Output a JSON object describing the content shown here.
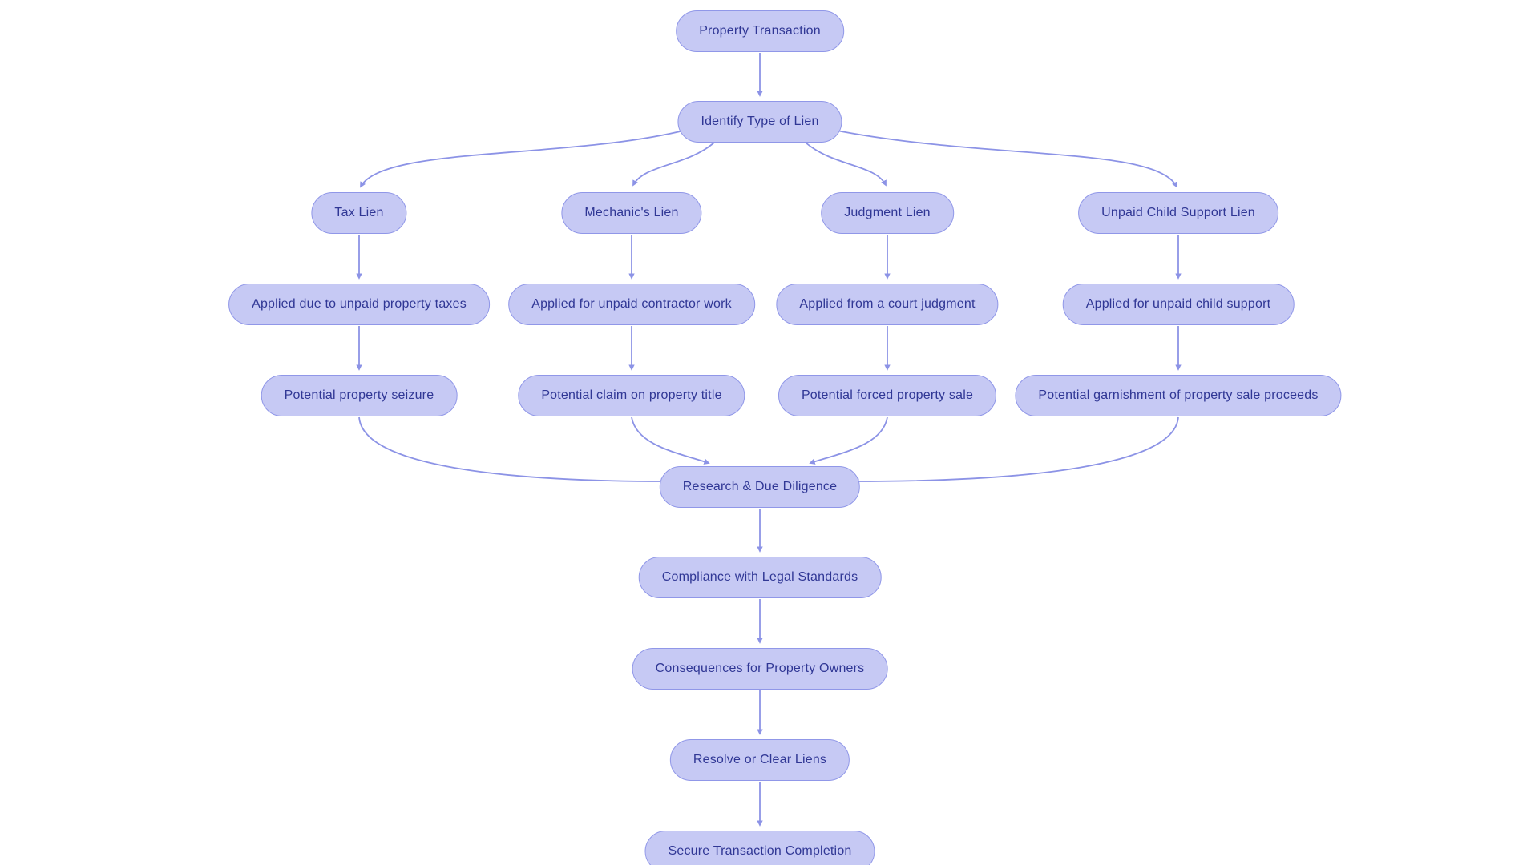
{
  "diagram": {
    "type": "flowchart",
    "direction": "top-down",
    "background": "#ffffff"
  },
  "colors": {
    "node_fill": "#c6c9f4",
    "node_border": "#9097e8",
    "node_text": "#303795",
    "edge": "#8c93e6"
  },
  "nodes": [
    {
      "id": "property-transaction",
      "label": "Property Transaction"
    },
    {
      "id": "identify-type-of-lien",
      "label": "Identify Type of Lien"
    },
    {
      "id": "tax-lien",
      "label": "Tax Lien"
    },
    {
      "id": "mechanics-lien",
      "label": "Mechanic's Lien"
    },
    {
      "id": "judgment-lien",
      "label": "Judgment Lien"
    },
    {
      "id": "unpaid-child-support-lien",
      "label": "Unpaid Child Support Lien"
    },
    {
      "id": "applied-unpaid-property-taxes",
      "label": "Applied due to unpaid property taxes"
    },
    {
      "id": "applied-unpaid-contractor-work",
      "label": "Applied for unpaid contractor work"
    },
    {
      "id": "applied-court-judgment",
      "label": "Applied from a court judgment"
    },
    {
      "id": "applied-unpaid-child-support",
      "label": "Applied for unpaid child support"
    },
    {
      "id": "potential-property-seizure",
      "label": "Potential property seizure"
    },
    {
      "id": "potential-claim-property-title",
      "label": "Potential claim on property title"
    },
    {
      "id": "potential-forced-property-sale",
      "label": "Potential forced property sale"
    },
    {
      "id": "potential-garnishment-proceeds",
      "label": "Potential garnishment of property sale proceeds"
    },
    {
      "id": "research-due-diligence",
      "label": "Research & Due Diligence"
    },
    {
      "id": "compliance-legal-standards",
      "label": "Compliance with Legal Standards"
    },
    {
      "id": "consequences-property-owners",
      "label": "Consequences for Property Owners"
    },
    {
      "id": "resolve-or-clear-liens",
      "label": "Resolve or Clear Liens"
    },
    {
      "id": "secure-transaction-completion",
      "label": "Secure Transaction Completion"
    }
  ],
  "edges": [
    {
      "from": "property-transaction",
      "to": "identify-type-of-lien"
    },
    {
      "from": "identify-type-of-lien",
      "to": "tax-lien"
    },
    {
      "from": "identify-type-of-lien",
      "to": "mechanics-lien"
    },
    {
      "from": "identify-type-of-lien",
      "to": "judgment-lien"
    },
    {
      "from": "identify-type-of-lien",
      "to": "unpaid-child-support-lien"
    },
    {
      "from": "tax-lien",
      "to": "applied-unpaid-property-taxes"
    },
    {
      "from": "mechanics-lien",
      "to": "applied-unpaid-contractor-work"
    },
    {
      "from": "judgment-lien",
      "to": "applied-court-judgment"
    },
    {
      "from": "unpaid-child-support-lien",
      "to": "applied-unpaid-child-support"
    },
    {
      "from": "applied-unpaid-property-taxes",
      "to": "potential-property-seizure"
    },
    {
      "from": "applied-unpaid-contractor-work",
      "to": "potential-claim-property-title"
    },
    {
      "from": "applied-court-judgment",
      "to": "potential-forced-property-sale"
    },
    {
      "from": "applied-unpaid-child-support",
      "to": "potential-garnishment-proceeds"
    },
    {
      "from": "potential-property-seizure",
      "to": "research-due-diligence"
    },
    {
      "from": "potential-claim-property-title",
      "to": "research-due-diligence"
    },
    {
      "from": "potential-forced-property-sale",
      "to": "research-due-diligence"
    },
    {
      "from": "potential-garnishment-proceeds",
      "to": "research-due-diligence"
    },
    {
      "from": "research-due-diligence",
      "to": "compliance-legal-standards"
    },
    {
      "from": "compliance-legal-standards",
      "to": "consequences-property-owners"
    },
    {
      "from": "consequences-property-owners",
      "to": "resolve-or-clear-liens"
    },
    {
      "from": "resolve-or-clear-liens",
      "to": "secure-transaction-completion"
    }
  ]
}
